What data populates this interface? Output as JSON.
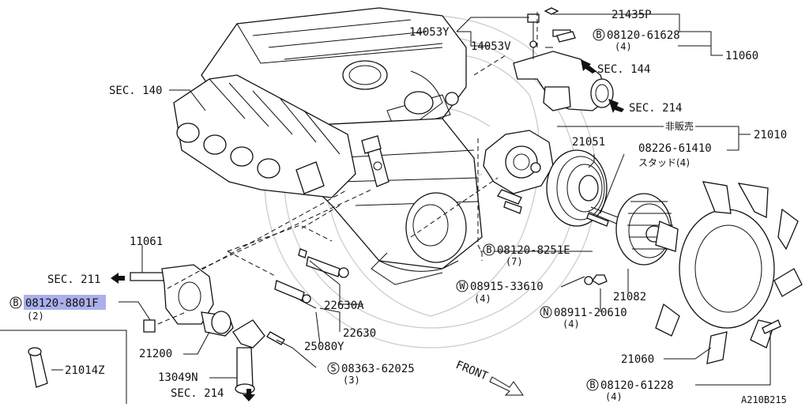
{
  "sections": {
    "sec140": "SEC. 140",
    "sec144": "SEC. 144",
    "sec214_top": "SEC. 214",
    "sec211": "SEC. 211",
    "sec214_bottom": "SEC. 214"
  },
  "parts": {
    "p14053Y": "14053Y",
    "p14053V": "14053V",
    "p21435P": "21435P",
    "p11060": "11060",
    "p21010": "21010",
    "not_for_sale": "非販売",
    "p21051": "21051",
    "p11061": "11061",
    "p21200": "21200",
    "p13049N": "13049N",
    "p22630A": "22630A",
    "p22630": "22630",
    "p25080Y": "25080Y",
    "p21082": "21082",
    "p21060": "21060",
    "p21014Z": "21014Z",
    "stud_note": "スタッド(4)"
  },
  "bolts": [
    {
      "prefix": "B",
      "number": "08120-61628",
      "qty": "(4)"
    },
    {
      "prefix": "",
      "number": "08226-61410",
      "qty": ""
    },
    {
      "prefix": "B",
      "number": "08120-8251E",
      "qty": "(7)"
    },
    {
      "prefix": "W",
      "number": "08915-33610",
      "qty": "(4)"
    },
    {
      "prefix": "N",
      "number": "08911-20610",
      "qty": "(4)"
    },
    {
      "prefix": "B",
      "number": "08120-8801F",
      "qty": "(2)"
    },
    {
      "prefix": "S",
      "number": "08363-62025",
      "qty": "(3)"
    },
    {
      "prefix": "B",
      "number": "08120-61228",
      "qty": "(4)"
    }
  ],
  "front_label": "FRONT",
  "diagram_code": "A210B215",
  "highlight_color": "#8f95e6"
}
